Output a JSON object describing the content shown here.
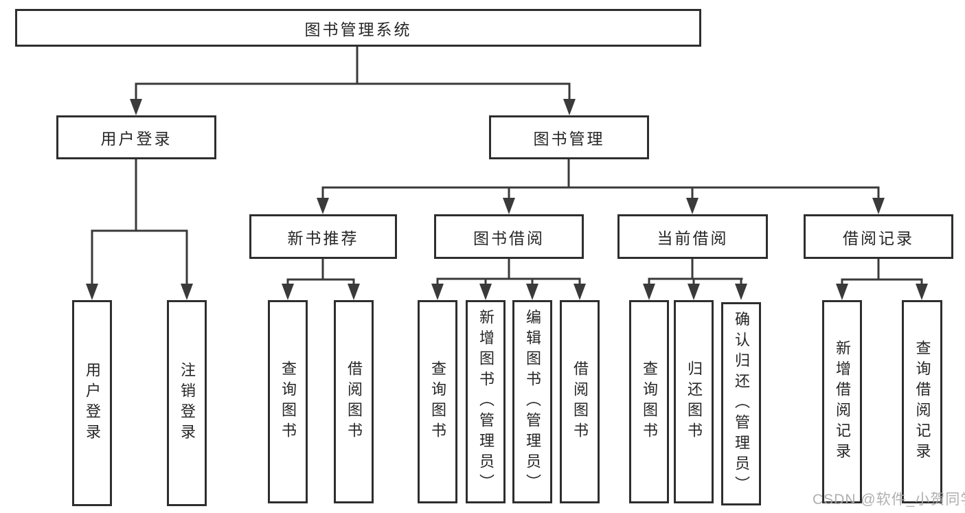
{
  "nodes": {
    "root": "图书管理系统",
    "level2": [
      "用户登录",
      "图书管理"
    ],
    "level3": [
      "新书推荐",
      "图书借阅",
      "当前借阅",
      "借阅记录"
    ],
    "login_children": [
      "用户登录",
      "注销登录"
    ],
    "recommend_children": [
      "查询图书",
      "借阅图书"
    ],
    "borrow_children": [
      "查询图书",
      "新增图书（管理员）",
      "编辑图书（管理员）",
      "借阅图书"
    ],
    "current_children": [
      "查询图书",
      "归还图书",
      "确认归还（管理员）"
    ],
    "records_children": [
      "新增借阅记录",
      "查询借阅记录"
    ]
  },
  "watermark": "CSDN @软件_小贺同学",
  "colors": {
    "line": "#3a3a3a",
    "border": "#2e2e2e",
    "text": "#262626",
    "watermark": "#a9a9a9",
    "background": "#ffffff"
  }
}
